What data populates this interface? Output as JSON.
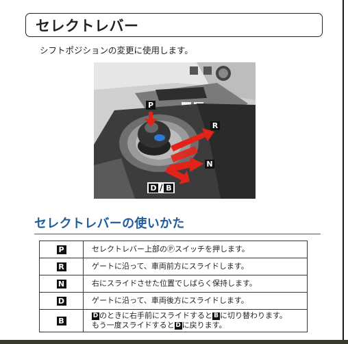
{
  "page": {
    "title": "セレクトレバー",
    "intro": "シフトポジションの変更に使用します。",
    "section_heading": "セレクトレバーの使いかた"
  },
  "illustration": {
    "label_p": "P",
    "label_r": "R",
    "label_n": "N",
    "label_d": "D",
    "label_slash": "/",
    "label_b": "B"
  },
  "operations": [
    {
      "key": "P",
      "text": "セレクトレバー上部のⓅスイッチを押します。"
    },
    {
      "key": "R",
      "text": "ゲートに沿って、車両前方にスライドします。"
    },
    {
      "key": "N",
      "text": "右にスライドさせた位置でしばらく保持します。"
    },
    {
      "key": "D",
      "text": "ゲートに沿って、車両後方にスライドします。"
    },
    {
      "key": "B",
      "line1_badge1": "D",
      "line1_part1": "のときに右手前にスライドすると",
      "line1_badge2": "B",
      "line1_part2": "に切り替わります。",
      "line2_part1": "もう一度スライドすると",
      "line2_badge": "D",
      "line2_part2": "に戻ります。"
    }
  ],
  "colors": {
    "accent": "#1f5b9f",
    "arrow": "#e2231a",
    "badge": "#111111"
  }
}
